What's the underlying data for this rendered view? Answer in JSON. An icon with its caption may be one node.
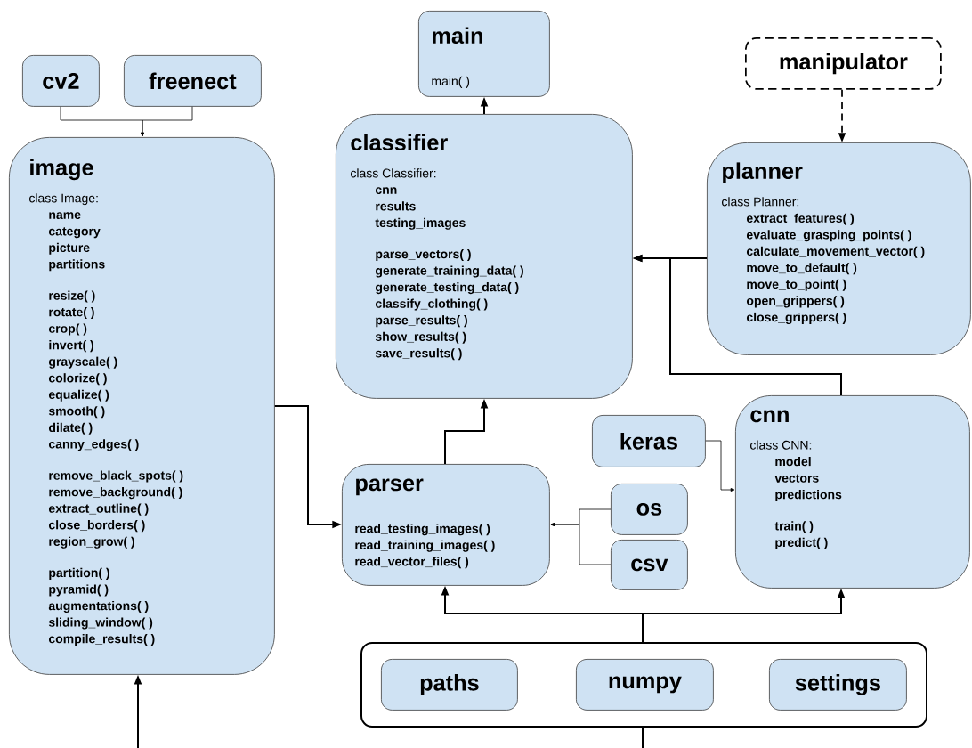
{
  "diagram": {
    "nodes": [
      {
        "text": [
          "cv2"
        ]
      },
      {
        "text": [
          "freenect"
        ]
      },
      {
        "text": [
          "main",
          "main( )"
        ]
      },
      {
        "text": [
          "manipulator"
        ]
      },
      {
        "text": [
          "image",
          "class Image:",
          "name",
          "category",
          "picture",
          "partitions",
          "resize( )",
          "rotate( )",
          "crop( )",
          "invert( )",
          "grayscale( )",
          "colorize( )",
          "equalize( )",
          "smooth( )",
          "dilate( )",
          "canny_edges( )",
          "remove_black_spots( )",
          "remove_background( )",
          "extract_outline( )",
          "close_borders( )",
          "region_grow( )",
          "partition( )",
          "pyramid( )",
          "augmentations( )",
          "sliding_window( )",
          "compile_results( )"
        ]
      },
      {
        "text": [
          "classifier",
          "class Classifier:",
          "cnn",
          "results",
          "testing_images",
          "parse_vectors( )",
          "generate_training_data( )",
          "generate_testing_data( )",
          "classify_clothing( )",
          "parse_results( )",
          "show_results( )",
          "save_results( )"
        ]
      },
      {
        "text": [
          "planner",
          "class Planner:",
          "extract_features( )",
          "evaluate_grasping_points( )",
          "calculate_movement_vector( )",
          "move_to_default( )",
          "move_to_point( )",
          "open_grippers( )",
          "close_grippers( )"
        ]
      },
      {
        "text": [
          "keras"
        ]
      },
      {
        "text": [
          "cnn",
          "class CNN:",
          "model",
          "vectors",
          "predictions",
          "train( )",
          "predict( )"
        ]
      },
      {
        "text": [
          "parser",
          "read_testing_images( )",
          "read_training_images( )",
          "read_vector_files( )"
        ]
      },
      {
        "text": [
          "os"
        ]
      },
      {
        "text": [
          "csv"
        ]
      },
      {
        "text": [],
        "shape": "box"
      },
      {
        "text": [
          "paths"
        ],
        "in": 12
      },
      {
        "text": [
          "numpy"
        ],
        "in": 12
      },
      {
        "text": [
          "settings"
        ],
        "in": 12
      }
    ],
    "edges": [
      {
        "from": 0,
        "to": 4,
        "arrow": "to"
      },
      {
        "from": 1,
        "to": 4,
        "arrow": "to"
      },
      {
        "from": 5,
        "to": 2,
        "arrow": "to"
      },
      {
        "from": 3,
        "to": 6,
        "arrow": "to",
        "style": "dashed"
      },
      {
        "from": 6,
        "to": 5,
        "arrow": "to"
      },
      {
        "from": 8,
        "to": 5,
        "arrow": "to"
      },
      {
        "from": 4,
        "to": 9,
        "arrow": "to"
      },
      {
        "from": 9,
        "to": 5,
        "arrow": "to"
      },
      {
        "from": 7,
        "to": 8,
        "arrow": "to"
      },
      {
        "from": 10,
        "to": 9,
        "arrow": "to"
      },
      {
        "from": 11,
        "to": 9,
        "arrow": "to"
      },
      {
        "from": 12,
        "to": 9,
        "arrow": "to"
      },
      {
        "from": 12,
        "to": 8,
        "arrow": "to"
      },
      {
        "from": null,
        "to": 4,
        "arrow": "to"
      },
      {
        "from": 12,
        "to": null,
        "arrow": "none"
      }
    ]
  }
}
